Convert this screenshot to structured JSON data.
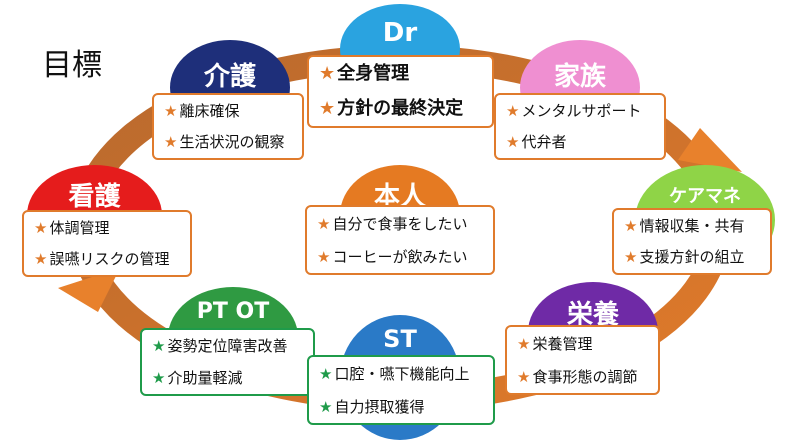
{
  "title": "目標",
  "star": "★",
  "center": {
    "label": "本人",
    "color": "#e57a22",
    "items": [
      "自分で食事をしたい",
      "コーヒーが飲みたい"
    ]
  },
  "dr": {
    "label": "Dr",
    "color": "#2aa3e0",
    "items": [
      "全身管理",
      "方針の最終決定"
    ]
  },
  "kaigo": {
    "label": "介護",
    "color": "#1e2f7a",
    "items": [
      "離床確保",
      "生活状況の観察"
    ]
  },
  "kazoku": {
    "label": "家族",
    "color": "#ef8fd1",
    "items": [
      "メンタルサポート",
      "代弁者"
    ]
  },
  "kango": {
    "label": "看護",
    "color": "#e51c1c",
    "items": [
      "体調管理",
      "誤嚥リスクの管理"
    ]
  },
  "caremane": {
    "label": "ケアマネ",
    "color": "#8fd447",
    "items": [
      "情報収集・共有",
      "支援方針の組立"
    ]
  },
  "eiyo": {
    "label": "栄養",
    "color": "#6f2aa6",
    "items": [
      "栄養管理",
      "食事形態の調節"
    ]
  },
  "ptot": {
    "label": "PT OT",
    "color": "#2f9a42",
    "items": [
      "姿勢定位障害改善",
      "介助量軽減"
    ]
  },
  "st": {
    "label": "ST",
    "color": "#2a7ac7",
    "items": [
      "口腔・嚥下機能向上",
      "自力摂取獲得"
    ]
  },
  "colors": {
    "ring": "#c06a2a",
    "accent": "#e07b2c",
    "green_border": "#1f9b4a"
  }
}
